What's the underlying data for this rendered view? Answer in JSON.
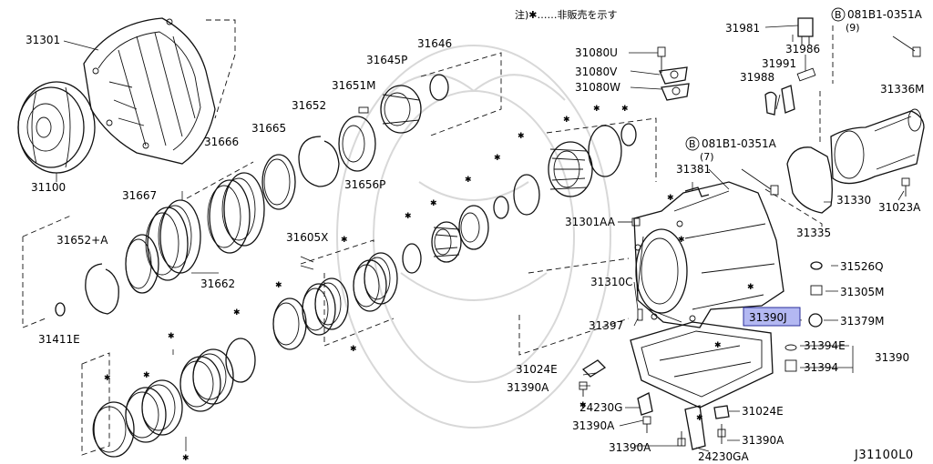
{
  "diagram": {
    "note": "注)✱……非販売を示す",
    "code": "J31100L0",
    "highlight_part": "31390J",
    "bolt_callouts": [
      {
        "id": "b1",
        "badge": "B",
        "number": "081B1-0351A",
        "qty": "(9)"
      },
      {
        "id": "b2",
        "badge": "B",
        "number": "081B1-0351A",
        "qty": "(7)"
      }
    ],
    "part_labels": [
      "31301",
      "31100",
      "31666",
      "31665",
      "31652",
      "31651M",
      "31645P",
      "31646",
      "31656P",
      "31667",
      "31652+A",
      "31662",
      "31605X",
      "31411E",
      "31080U",
      "31080V",
      "31080W",
      "31981",
      "31986",
      "31991",
      "31988",
      "31336M",
      "31381",
      "31301AA",
      "31330",
      "31023A",
      "31335",
      "31526Q",
      "31310C",
      "31305M",
      "31397",
      "31390J",
      "31379M",
      "31394E",
      "31390",
      "31394",
      "31024E",
      "31390A",
      "24230G",
      "24230GA"
    ]
  }
}
